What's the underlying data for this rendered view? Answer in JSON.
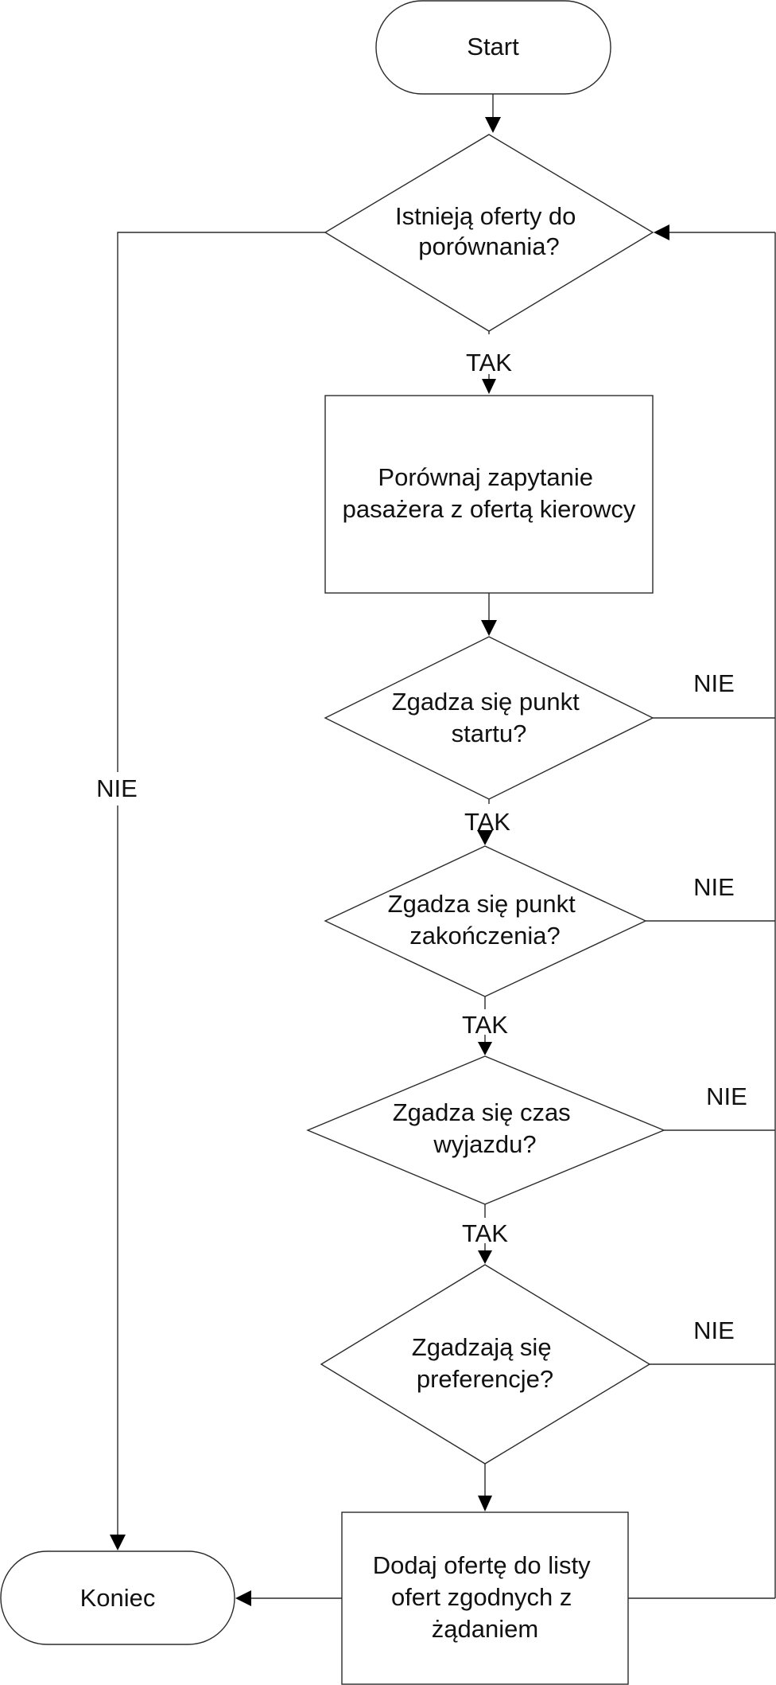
{
  "diagram": {
    "nodes": {
      "start": {
        "lines": [
          "Start"
        ]
      },
      "d_offers": {
        "lines": [
          "Istnieją oferty do",
          "porównania?"
        ]
      },
      "compare": {
        "lines": [
          "Porównaj zapytanie",
          "pasażera z ofertą kierowcy"
        ]
      },
      "d_start_point": {
        "lines": [
          "Zgadza się punkt",
          "startu?"
        ]
      },
      "d_end_point": {
        "lines": [
          "Zgadza się punkt",
          "zakończenia?"
        ]
      },
      "d_departure": {
        "lines": [
          "Zgadza się czas",
          "wyjazdu?"
        ]
      },
      "d_prefs": {
        "lines": [
          "Zgadzają się",
          "preferencje?"
        ]
      },
      "add": {
        "lines": [
          "Dodaj ofertę do listy",
          "ofert zgodnych z",
          "żądaniem"
        ]
      },
      "end": {
        "lines": [
          "Koniec"
        ]
      }
    },
    "edge_labels": {
      "yes": "TAK",
      "no": "NIE"
    }
  }
}
